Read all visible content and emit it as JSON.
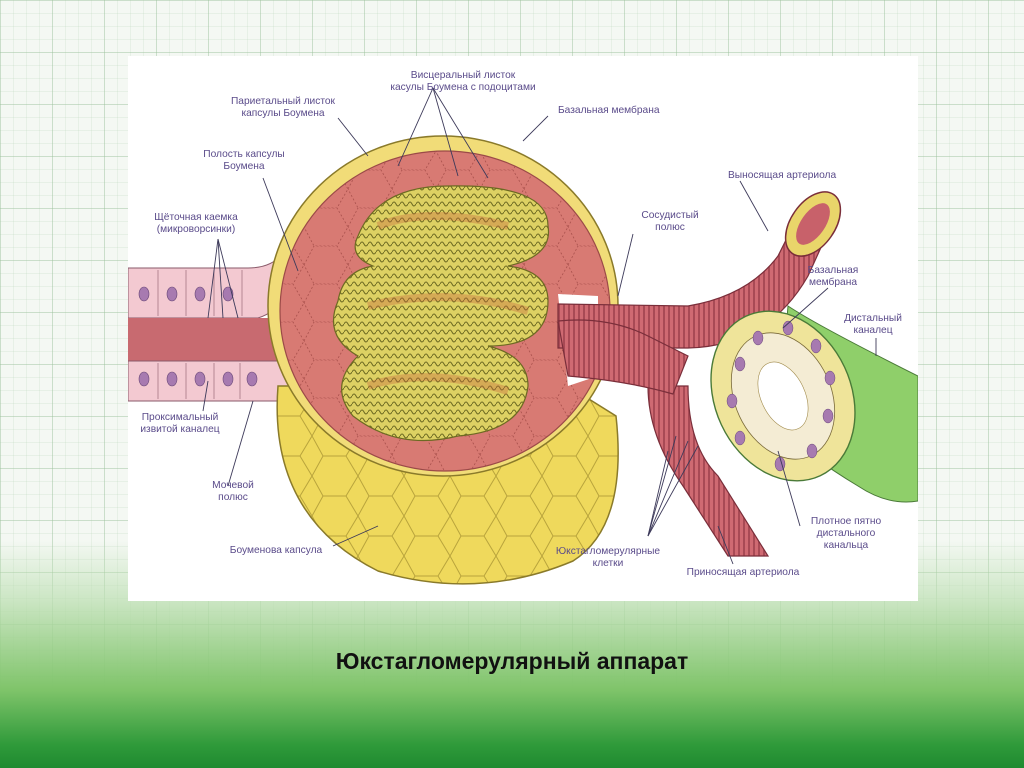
{
  "slide": {
    "title": "Юкстагломерулярный аппарат"
  },
  "diagram": {
    "labels": {
      "visceral_line1": "Висцеральный листок",
      "visceral_line2": "касулы Боумена с подоцитами",
      "parietal_line1": "Париетальный листок",
      "parietal_line2": "капсулы Боумена",
      "basal_membrane_top": "Базальная мембрана",
      "cavity_line1": "Полость капсулы",
      "cavity_line2": "Боумена",
      "brush_line1": "Щёточная каемка",
      "brush_line2": "(микроворсинки)",
      "vascular_line1": "Сосудистый",
      "vascular_line2": "полюс",
      "efferent": "Выносящая артериола",
      "basal_right_line1": "Базальная",
      "basal_right_line2": "мембрана",
      "distal_line1": "Дистальный",
      "distal_line2": "каналец",
      "proximal_line1": "Проксимальный",
      "proximal_line2": "извитой каналец",
      "urinary_line1": "Мочевой",
      "urinary_line2": "полюс",
      "bowman": "Боуменова капсула",
      "jg_line1": "Юкстагломерулярные",
      "jg_line2": "клетки",
      "macula_line1": "Плотное пятно",
      "macula_line2": "дистального",
      "macula_line3": "канальца",
      "afferent": "Приносящая артериола"
    },
    "colors": {
      "capsule_yellow": "#efd95c",
      "capsule_outline": "#8a7a2a",
      "cavity_red": "#d77670",
      "glomerulus": "#d8cf5a",
      "arteriole": "#c8616a",
      "tubule_pink": "#f2c6cf",
      "distal_green": "#8fcf6a",
      "label_text": "#5a4b8a"
    }
  }
}
